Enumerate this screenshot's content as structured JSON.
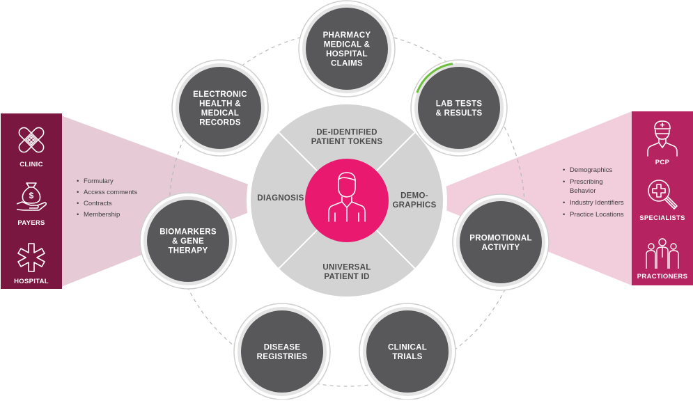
{
  "outer_nodes": [
    {
      "id": "pharmacy",
      "lines": [
        "PHARMACY",
        "MEDICAL &",
        "HOSPITAL",
        "CLAIMS"
      ]
    },
    {
      "id": "lab",
      "lines": [
        "LAB TESTS",
        "& RESULTS"
      ]
    },
    {
      "id": "promotional",
      "lines": [
        "PROMOTIONAL",
        "ACTIVITY"
      ]
    },
    {
      "id": "clinical",
      "lines": [
        "CLINICAL",
        "TRIALS"
      ]
    },
    {
      "id": "disease",
      "lines": [
        "DISEASE",
        "REGISTRIES"
      ]
    },
    {
      "id": "biomarkers",
      "lines": [
        "BIOMARKERS",
        "& GENE",
        "THERAPY"
      ]
    },
    {
      "id": "ehr",
      "lines": [
        "ELECTRONIC",
        "HEALTH &",
        "MEDICAL",
        "RECORDS"
      ]
    }
  ],
  "center": {
    "top": [
      "DE-IDENTIFIED",
      "PATIENT TOKENS"
    ],
    "left": [
      "DIAGNOSIS"
    ],
    "right": [
      "DEMO-",
      "GRAPHICS"
    ],
    "bottom": [
      "UNIVERSAL",
      "PATIENT ID"
    ],
    "icon": "person-icon"
  },
  "left_panel": {
    "items": [
      {
        "label": "CLINIC",
        "icon": "bandage-icon"
      },
      {
        "label": "PAYERS",
        "icon": "money-bag-icon"
      },
      {
        "label": "HOSPITAL",
        "icon": "star-of-life-icon"
      }
    ],
    "bullets": [
      "Formulary",
      "Access comments",
      "Contracts",
      "Membership"
    ]
  },
  "right_panel": {
    "items": [
      {
        "label": "PCP",
        "icon": "doctor-icon"
      },
      {
        "label": "SPECIALISTS",
        "icon": "magnifier-cross-icon"
      },
      {
        "label": "PRACTIONERS",
        "icon": "group-icon"
      }
    ],
    "bullets": [
      "Demographics",
      "Prescribing Behavior",
      "Industry Identifiers",
      "Practice Locations"
    ]
  },
  "colors": {
    "left_panel": "#7a1740",
    "right_panel": "#b52361",
    "node_fill": "#58585a",
    "center_ring": "#d3d3d4",
    "center_core": "#e8196f",
    "lab_accent": "#6cbf3c",
    "wedge_left": "#e6cbd6",
    "wedge_right": "#f2cddb"
  }
}
